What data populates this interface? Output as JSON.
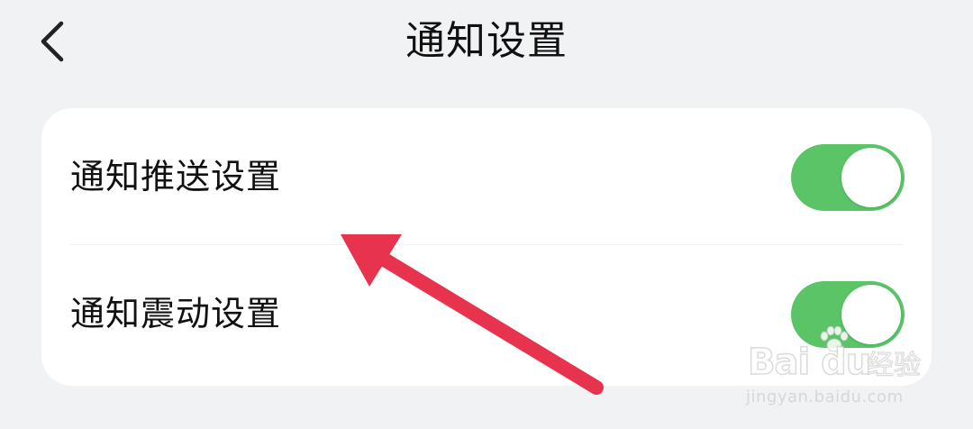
{
  "header": {
    "title": "通知设置",
    "back_icon": "chevron-left-icon"
  },
  "settings": [
    {
      "label": "通知推送设置",
      "enabled": true
    },
    {
      "label": "通知震动设置",
      "enabled": true
    }
  ],
  "colors": {
    "background": "#f1f2f4",
    "card": "#ffffff",
    "toggle_on": "#5ac467",
    "annotation_arrow": "#e8334f"
  },
  "watermark": {
    "logo": "Bai du",
    "subtitle": "经验",
    "url": "jingyan.baidu.com"
  }
}
